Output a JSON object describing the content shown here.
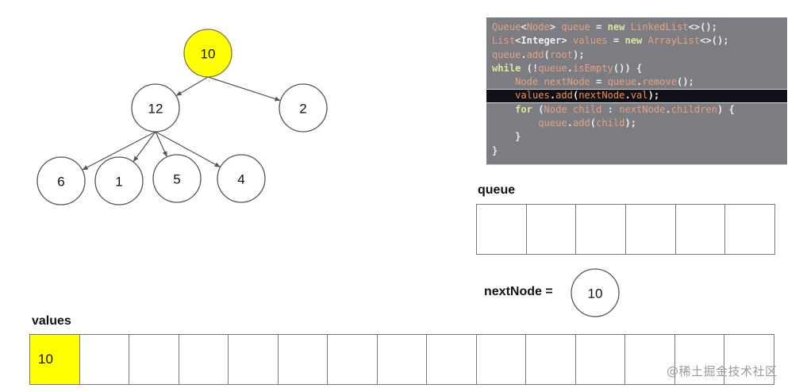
{
  "tree": {
    "nodes": [
      {
        "id": "n10",
        "value": "10",
        "highlighted": true
      },
      {
        "id": "n12",
        "value": "12",
        "highlighted": false
      },
      {
        "id": "n2",
        "value": "2",
        "highlighted": false
      },
      {
        "id": "n6",
        "value": "6",
        "highlighted": false
      },
      {
        "id": "n1",
        "value": "1",
        "highlighted": false
      },
      {
        "id": "n5",
        "value": "5",
        "highlighted": false
      },
      {
        "id": "n4",
        "value": "4",
        "highlighted": false
      }
    ],
    "edges": [
      {
        "from": "n10",
        "to": "n12"
      },
      {
        "from": "n10",
        "to": "n2"
      },
      {
        "from": "n12",
        "to": "n6"
      },
      {
        "from": "n12",
        "to": "n1"
      },
      {
        "from": "n12",
        "to": "n5"
      },
      {
        "from": "n12",
        "to": "n4"
      }
    ]
  },
  "code": {
    "active_line": 5,
    "lines": [
      [
        [
          "id",
          "Queue"
        ],
        [
          "p",
          "<"
        ],
        [
          "id",
          "Node"
        ],
        [
          "p",
          "> "
        ],
        [
          "id",
          "queue"
        ],
        [
          "p",
          " = "
        ],
        [
          "kw",
          "new"
        ],
        [
          "p",
          " "
        ],
        [
          "id",
          "LinkedList"
        ],
        [
          "p",
          "<>();"
        ]
      ],
      [
        [
          "id",
          "List"
        ],
        [
          "p",
          "<"
        ],
        [
          "ty",
          "Integer"
        ],
        [
          "p",
          "> "
        ],
        [
          "id",
          "values"
        ],
        [
          "p",
          " = "
        ],
        [
          "kw",
          "new"
        ],
        [
          "p",
          " "
        ],
        [
          "id",
          "ArrayList"
        ],
        [
          "p",
          "<>();"
        ]
      ],
      [
        [
          "id",
          "queue"
        ],
        [
          "p",
          "."
        ],
        [
          "id",
          "add"
        ],
        [
          "p",
          "("
        ],
        [
          "id",
          "root"
        ],
        [
          "p",
          ");"
        ]
      ],
      [
        [
          "kw",
          "while"
        ],
        [
          "p",
          " (!"
        ],
        [
          "id",
          "queue"
        ],
        [
          "p",
          "."
        ],
        [
          "id",
          "isEmpty"
        ],
        [
          "p",
          "()) {"
        ]
      ],
      [
        [
          "p",
          "    "
        ],
        [
          "id",
          "Node"
        ],
        [
          "p",
          " "
        ],
        [
          "id",
          "nextNode"
        ],
        [
          "p",
          " = "
        ],
        [
          "id",
          "queue"
        ],
        [
          "p",
          "."
        ],
        [
          "id",
          "remove"
        ],
        [
          "p",
          "();"
        ]
      ],
      [
        [
          "p",
          "    "
        ],
        [
          "id",
          "values"
        ],
        [
          "p",
          "."
        ],
        [
          "id",
          "add"
        ],
        [
          "p",
          "("
        ],
        [
          "id",
          "nextNode"
        ],
        [
          "p",
          "."
        ],
        [
          "id",
          "val"
        ],
        [
          "p",
          ");"
        ]
      ],
      [
        [
          "p",
          "    "
        ],
        [
          "kw",
          "for"
        ],
        [
          "p",
          " ("
        ],
        [
          "id",
          "Node"
        ],
        [
          "p",
          " "
        ],
        [
          "id",
          "child"
        ],
        [
          "p",
          " : "
        ],
        [
          "id",
          "nextNode"
        ],
        [
          "p",
          "."
        ],
        [
          "id",
          "children"
        ],
        [
          "p",
          ") {"
        ]
      ],
      [
        [
          "p",
          "        "
        ],
        [
          "id",
          "queue"
        ],
        [
          "p",
          "."
        ],
        [
          "id",
          "add"
        ],
        [
          "p",
          "("
        ],
        [
          "id",
          "child"
        ],
        [
          "p",
          ");"
        ]
      ],
      [
        [
          "p",
          "    }"
        ]
      ],
      [
        [
          "p",
          "}"
        ]
      ]
    ]
  },
  "queue": {
    "label": "queue",
    "cells": [
      "",
      "",
      "",
      "",
      "",
      ""
    ]
  },
  "next_node": {
    "label": "nextNode =",
    "value": "10"
  },
  "values": {
    "label": "values",
    "cells": [
      "10",
      "",
      "",
      "",
      "",
      "",
      "",
      "",
      "",
      "",
      "",
      "",
      "",
      "",
      ""
    ],
    "highlighted_index": 0
  },
  "watermark": "@稀土掘金技术社区",
  "colors": {
    "highlight": "#ffff00",
    "code_bg": "#7b7d82",
    "active_line_bg": "#101018"
  }
}
